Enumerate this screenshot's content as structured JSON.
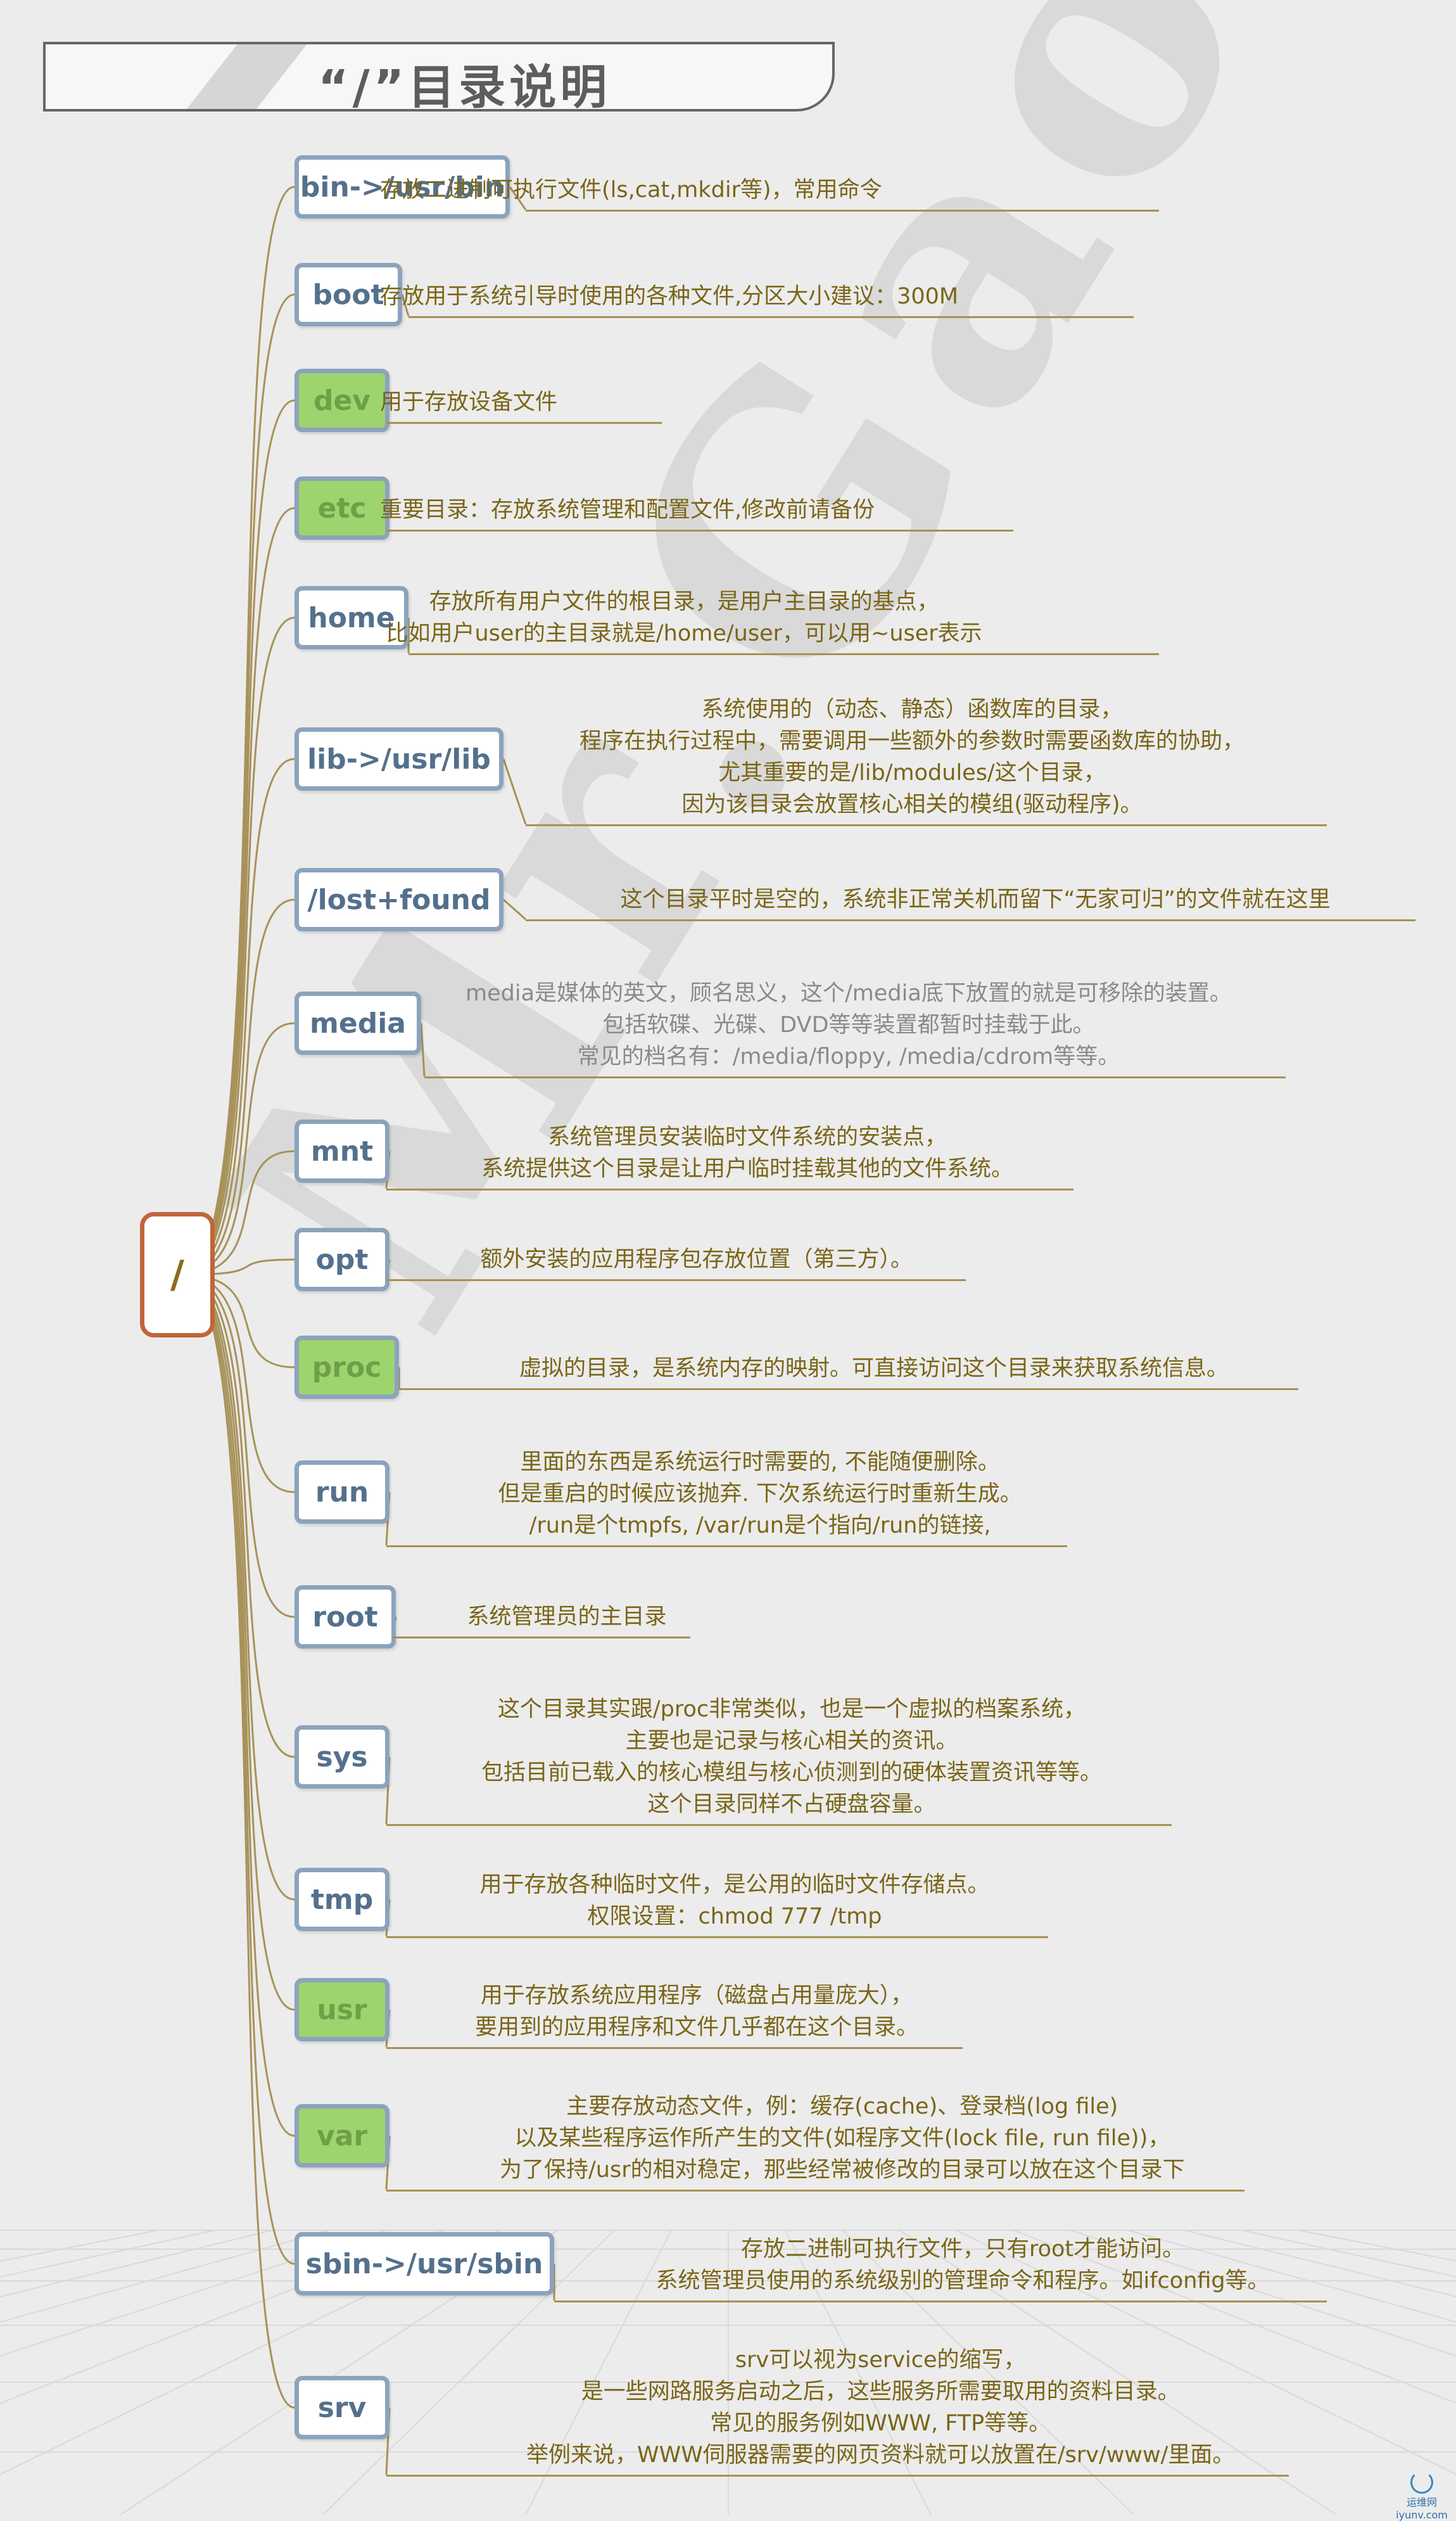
{
  "title": "“/”目录说明",
  "watermark": "Mr.Gao",
  "root": {
    "label": "/"
  },
  "logo": {
    "line1": "运维网",
    "line2": "iyunv.com"
  },
  "nodes": [
    {
      "label": "bin->/usr/bin",
      "highlight": false,
      "lines": [
        "存放二进制可执行文件(ls,cat,mkdir等)，常用命令"
      ]
    },
    {
      "label": "boot",
      "highlight": false,
      "lines": [
        "存放用于系统引导时使用的各种文件,分区大小建议：300M"
      ]
    },
    {
      "label": "dev",
      "highlight": true,
      "lines": [
        "用于存放设备文件"
      ]
    },
    {
      "label": "etc",
      "highlight": true,
      "lines": [
        "重要目录：存放系统管理和配置文件,修改前请备份"
      ]
    },
    {
      "label": "home",
      "highlight": false,
      "lines": [
        "存放所有用户文件的根目录，是用户主目录的基点，",
        "比如用户user的主目录就是/home/user，可以用~user表示"
      ]
    },
    {
      "label": "lib->/usr/lib",
      "highlight": false,
      "lines": [
        "系统使用的（动态、静态）函数库的目录，",
        "程序在执行过程中，需要调用一些额外的参数时需要函数库的协助，",
        "尤其重要的是/lib/modules/这个目录，",
        "因为该目录会放置核心相关的模组(驱动程序)。"
      ]
    },
    {
      "label": "/lost+found",
      "highlight": false,
      "lines": [
        "这个目录平时是空的，系统非正常关机而留下“无家可归”的文件就在这里"
      ]
    },
    {
      "label": "media",
      "highlight": false,
      "gray": true,
      "lines": [
        "media是媒体的英文，顾名思义，这个/media底下放置的就是可移除的装置。",
        "包括软碟、光碟、DVD等等装置都暂时挂载于此。",
        "常见的档名有：/media/floppy, /media/cdrom等等。"
      ]
    },
    {
      "label": "mnt",
      "highlight": false,
      "lines": [
        "系统管理员安装临时文件系统的安装点，",
        "系统提供这个目录是让用户临时挂载其他的文件系统。"
      ]
    },
    {
      "label": "opt",
      "highlight": false,
      "lines": [
        "额外安装的应用程序包存放位置（第三方）。"
      ]
    },
    {
      "label": "proc",
      "highlight": true,
      "lines": [
        "虚拟的目录，是系统内存的映射。可直接访问这个目录来获取系统信息。"
      ]
    },
    {
      "label": "run",
      "highlight": false,
      "lines": [
        "里面的东西是系统运行时需要的, 不能随便删除。",
        "但是重启的时候应该抛弃. 下次系统运行时重新生成。",
        "/run是个tmpfs, /var/run是个指向/run的链接,"
      ]
    },
    {
      "label": "root",
      "highlight": false,
      "lines": [
        "系统管理员的主目录"
      ]
    },
    {
      "label": "sys",
      "highlight": false,
      "lines": [
        "这个目录其实跟/proc非常类似，也是一个虚拟的档案系统，",
        "主要也是记录与核心相关的资讯。",
        "包括目前已载入的核心模组与核心侦测到的硬体装置资讯等等。",
        "这个目录同样不占硬盘容量。"
      ]
    },
    {
      "label": "tmp",
      "highlight": false,
      "lines": [
        "用于存放各种临时文件，是公用的临时文件存储点。",
        "权限设置：chmod 777 /tmp"
      ]
    },
    {
      "label": "usr",
      "highlight": true,
      "lines": [
        "用于存放系统应用程序（磁盘占用量庞大），",
        "要用到的应用程序和文件几乎都在这个目录。"
      ]
    },
    {
      "label": "var",
      "highlight": true,
      "lines": [
        "主要存放动态文件，例：缓存(cache)、登录档(log file)",
        "以及某些程序运作所产生的文件(如程序文件(lock file, run file))，",
        "为了保持/usr的相对稳定，那些经常被修改的目录可以放在这个目录下"
      ]
    },
    {
      "label": "sbin->/usr/sbin",
      "highlight": false,
      "lines": [
        "存放二进制可执行文件，只有root才能访问。",
        "系统管理员使用的系统级别的管理命令和程序。如ifconfig等。"
      ]
    },
    {
      "label": "srv",
      "highlight": false,
      "lines": [
        "srv可以视为service的缩写，",
        "是一些网路服务启动之后，这些服务所需要取用的资料目录。",
        "常见的服务例如WWW, FTP等等。",
        "举例来说，WWW伺服器需要的网页资料就可以放置在/srv/www/里面。"
      ]
    }
  ]
}
